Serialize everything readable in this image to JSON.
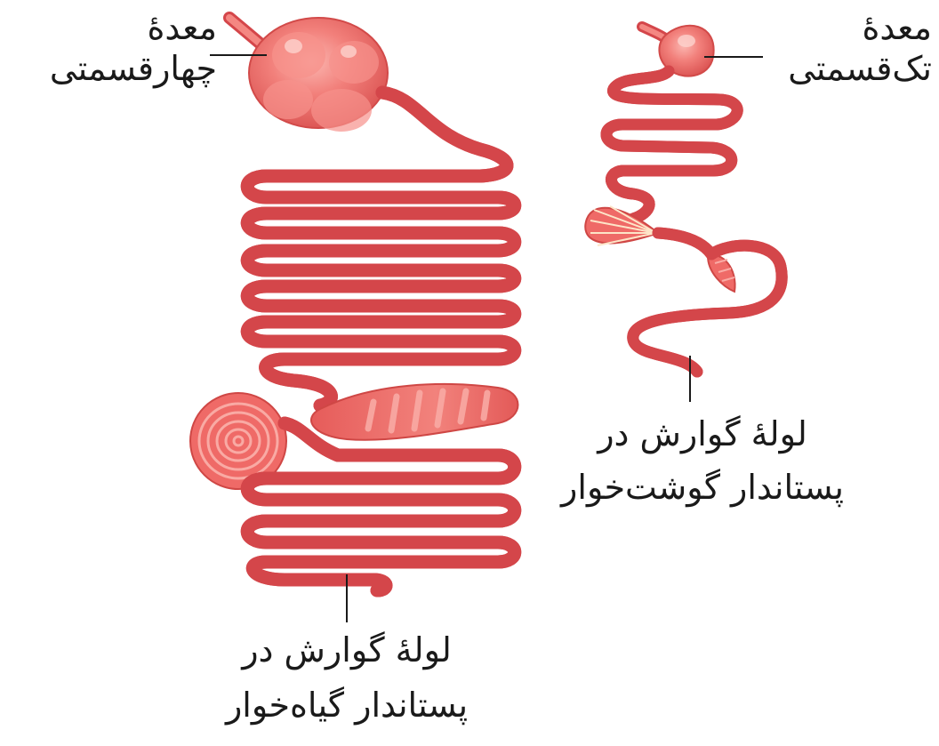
{
  "herbivore": {
    "stomach_label_line1": "معدهٔ",
    "stomach_label_line2": "چهارقسمتی",
    "tract_label_line1": "لولهٔ گوارش در",
    "tract_label_line2": "پستاندار گیاه‌خوار"
  },
  "carnivore": {
    "stomach_label_line1": "معدهٔ",
    "stomach_label_line2": "تک‌قسمتی",
    "tract_label_line1": "لولهٔ گوارش در",
    "tract_label_line2": "پستاندار گوشت‌خوار"
  },
  "colors": {
    "tract_outline": "#d4464a",
    "tract_fill": "#f48782",
    "organ_fill": "#ef6a67",
    "organ_highlight": "#fbb6b0",
    "caecum_stripe": "#f9aaa4",
    "leader_line": "#1a1a1a",
    "text": "#1a1a1a"
  }
}
